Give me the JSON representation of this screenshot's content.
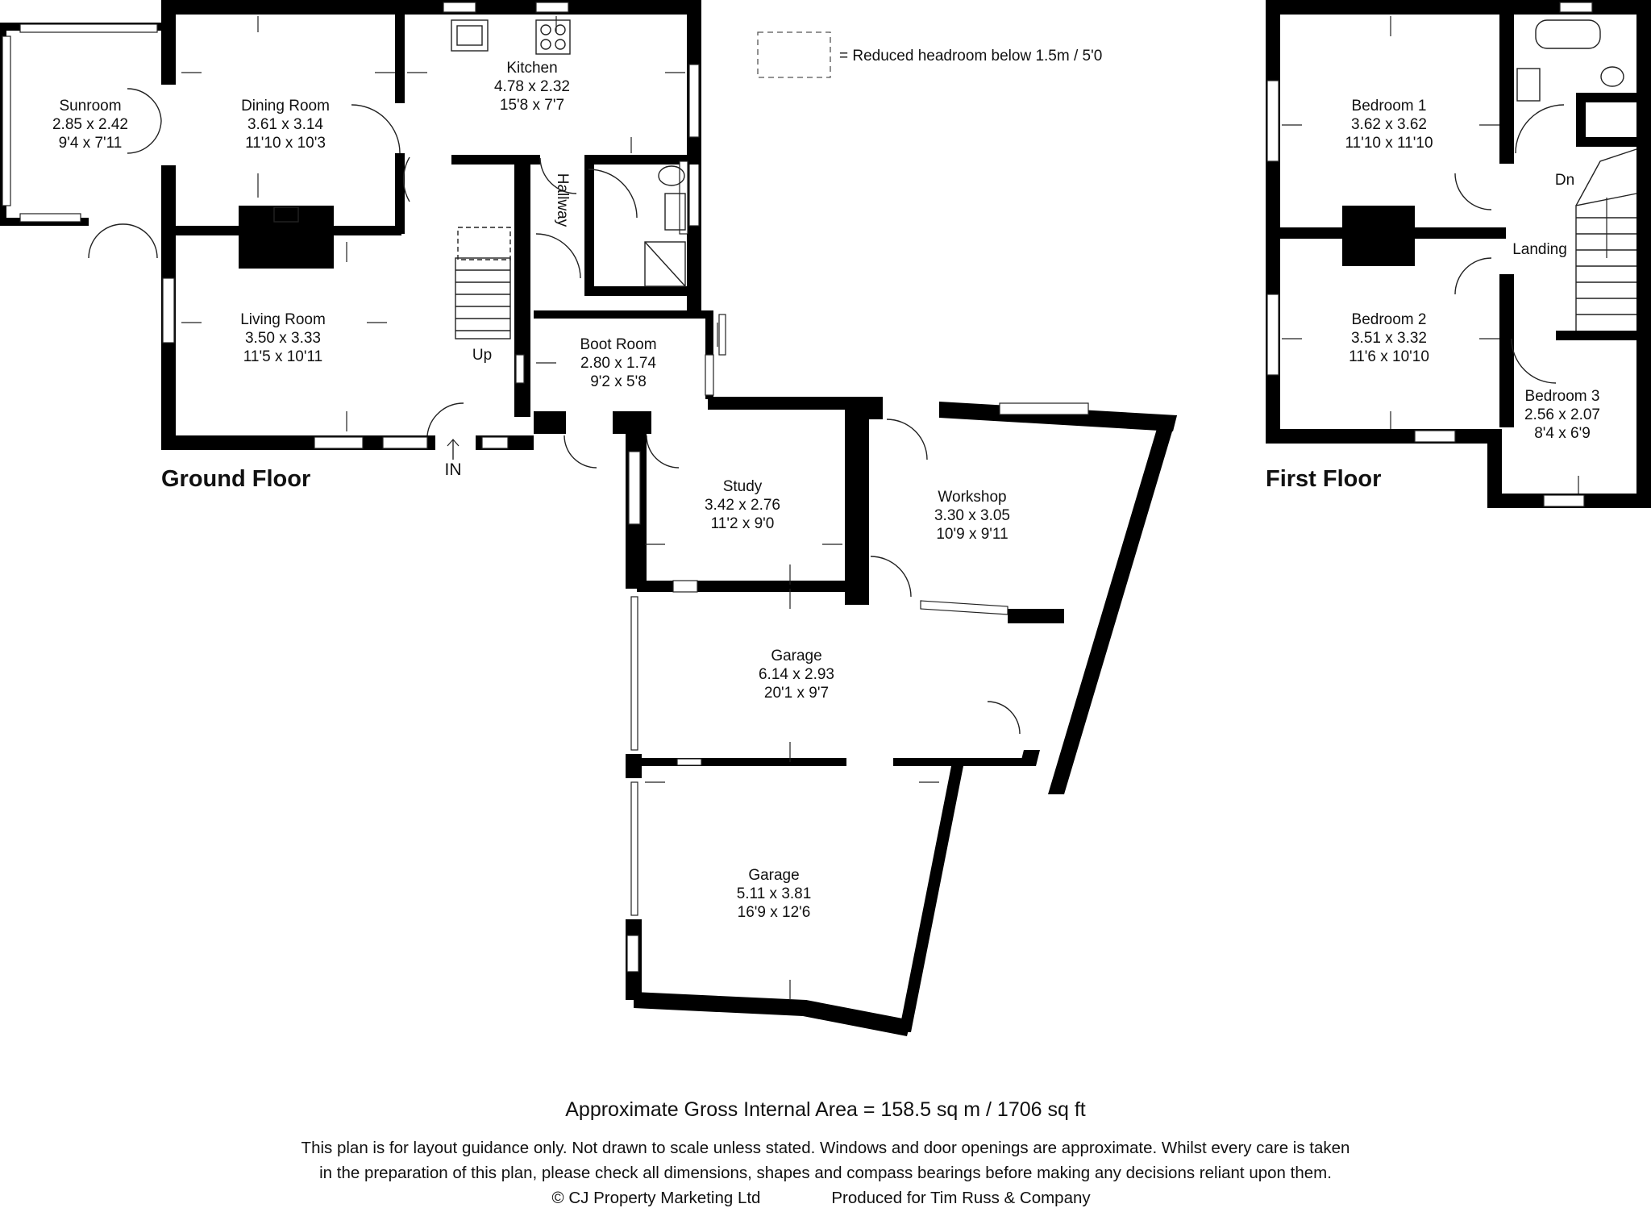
{
  "legend": {
    "text": "= Reduced headroom below 1.5m / 5'0"
  },
  "floors": {
    "ground": {
      "title": "Ground Floor"
    },
    "first": {
      "title": "First Floor"
    }
  },
  "rooms": {
    "sunroom": {
      "name": "Sunroom",
      "metric": "2.85 x 2.42",
      "imperial": "9'4 x 7'11"
    },
    "dining": {
      "name": "Dining Room",
      "metric": "3.61 x 3.14",
      "imperial": "11'10 x 10'3"
    },
    "kitchen": {
      "name": "Kitchen",
      "metric": "4.78 x 2.32",
      "imperial": "15'8 x 7'7"
    },
    "living": {
      "name": "Living Room",
      "metric": "3.50 x 3.33",
      "imperial": "11'5 x 10'11"
    },
    "boot": {
      "name": "Boot Room",
      "metric": "2.80 x 1.74",
      "imperial": "9'2 x 5'8"
    },
    "study": {
      "name": "Study",
      "metric": "3.42 x 2.76",
      "imperial": "11'2 x 9'0"
    },
    "workshop": {
      "name": "Workshop",
      "metric": "3.30 x 3.05",
      "imperial": "10'9 x 9'11"
    },
    "garage1": {
      "name": "Garage",
      "metric": "6.14 x 2.93",
      "imperial": "20'1 x 9'7"
    },
    "garage2": {
      "name": "Garage",
      "metric": "5.11 x 3.81",
      "imperial": "16'9 x 12'6"
    },
    "bedroom1": {
      "name": "Bedroom 1",
      "metric": "3.62 x 3.62",
      "imperial": "11'10 x 11'10"
    },
    "bedroom2": {
      "name": "Bedroom 2",
      "metric": "3.51 x 3.32",
      "imperial": "11'6 x 10'10"
    },
    "bedroom3": {
      "name": "Bedroom 3",
      "metric": "2.56 x 2.07",
      "imperial": "8'4 x 6'9"
    }
  },
  "labels": {
    "hallway": "Hallway",
    "up": "Up",
    "entrance": "IN",
    "down": "Dn",
    "landing": "Landing"
  },
  "footer": {
    "area": "Approximate Gross Internal Area = 158.5 sq m / 1706 sq ft",
    "disclaimer_line1": "This plan is for layout guidance only. Not drawn to scale unless stated. Windows and door openings are approximate. Whilst every care is taken",
    "disclaimer_line2": "in the preparation of this plan, please check all dimensions, shapes and compass bearings before making any decisions reliant upon them.",
    "copyright": "© CJ Property Marketing Ltd",
    "produced_for": "Produced for Tim Russ & Company"
  }
}
